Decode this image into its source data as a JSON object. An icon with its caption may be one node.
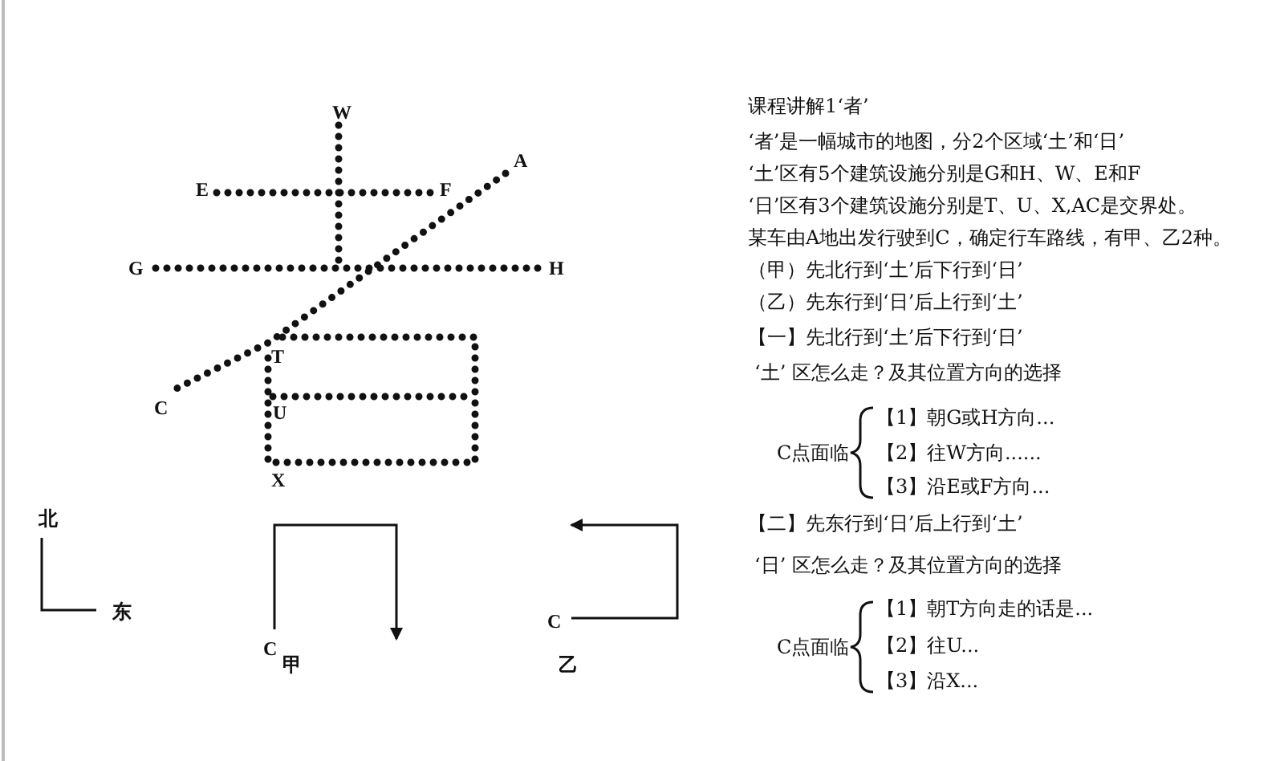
{
  "diagram": {
    "title": "课程讲解1‘者’",
    "labels": [
      "W",
      "E",
      "F",
      "A",
      "G",
      "H",
      "T",
      "C",
      "U",
      "X",
      "北",
      "东",
      "C",
      "甲",
      "C",
      "乙",
      "‘者’是一幅城市的地图，分2个区域‘土’和‘日’",
      "‘土’区有5个建筑设施分别是G和H、W、E和F",
      "‘日’区有3个建筑设施分别是T、U、X,AC是交界处。",
      "某车由A地出发行驶到C，确定行车路线，有甲、乙2种。",
      "（甲）先北行到‘土’后下行到‘日’",
      "（乙）先东行到‘日’后上行到‘土’",
      "【一】先北行到‘土’后下行到‘日’",
      "‘土’ 区怎么走？及其位置方向的选择",
      "C点面临",
      "【1】朝G或H方向...",
      "【2】往W方向......",
      "【3】沿E或F方向...",
      "【二】先东行到‘日’后上行到‘土’",
      "‘日’ 区怎么走？及其位置方向的选择",
      "C点面临",
      "【1】朝T方向走的话是...",
      "【2】往U...",
      "【3】沿X..."
    ]
  }
}
